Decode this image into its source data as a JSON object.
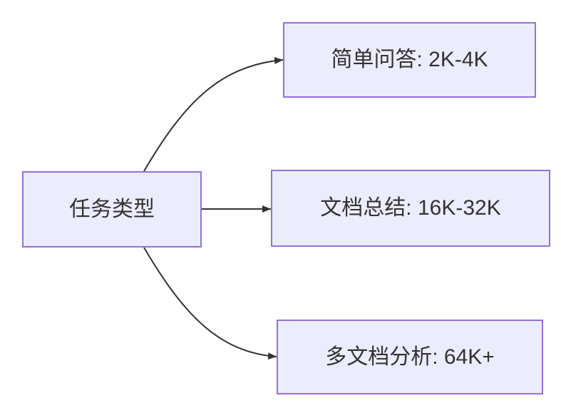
{
  "diagram": {
    "type": "flowchart",
    "direction": "left-to-right",
    "background": "#ffffff",
    "style": {
      "node_fill": "#ECECFF",
      "node_border": "#9370DB",
      "edge_color": "#333333",
      "text_color": "#333333"
    },
    "nodes": [
      {
        "id": "task-type",
        "label": "任务类型"
      },
      {
        "id": "simple-qa",
        "label": "简单问答: 2K-4K"
      },
      {
        "id": "doc-summary",
        "label": "文档总结: 16K-32K"
      },
      {
        "id": "multi-doc",
        "label": "多文档分析: 64K+"
      }
    ],
    "edges": [
      {
        "from": "task-type",
        "to": "simple-qa"
      },
      {
        "from": "task-type",
        "to": "doc-summary"
      },
      {
        "from": "task-type",
        "to": "multi-doc"
      }
    ]
  }
}
